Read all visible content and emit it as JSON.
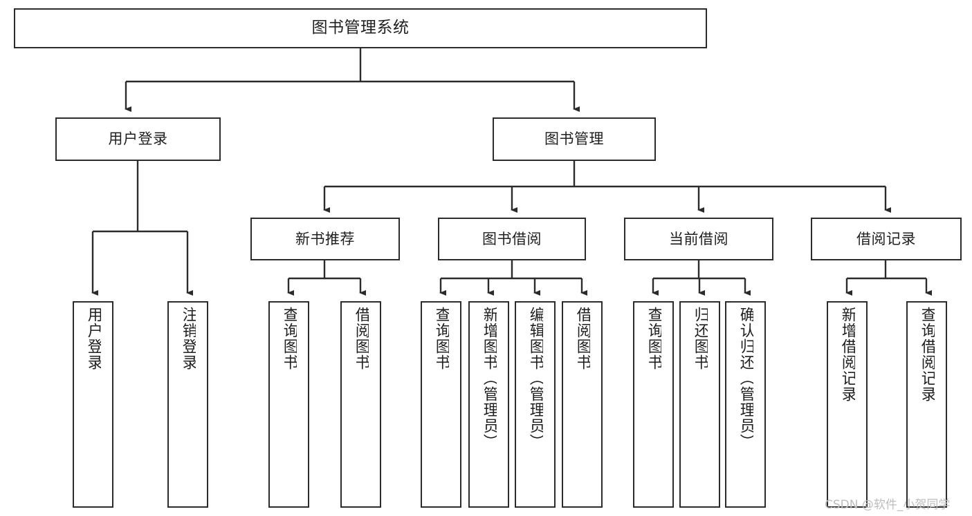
{
  "diagram": {
    "title": "图书管理系统",
    "type": "tree-hierarchy-chart",
    "orientation": "top-down",
    "colors": {
      "background": "#ffffff",
      "node_border": "#2b2b2b",
      "node_fill": "#ffffff",
      "connector": "#2b2b2b",
      "text": "#1f1f1f",
      "watermark": "#bdbdbd"
    },
    "root": {
      "label": "图书管理系统"
    },
    "level2": [
      {
        "label": "用户登录"
      },
      {
        "label": "图书管理"
      }
    ],
    "level3": [
      {
        "label": "新书推荐"
      },
      {
        "label": "图书借阅"
      },
      {
        "label": "当前借阅"
      },
      {
        "label": "借阅记录"
      }
    ],
    "leaves": {
      "user_login": [
        {
          "label": "用户登录"
        },
        {
          "label": "注销登录"
        }
      ],
      "new_book_recommend": [
        {
          "label": "查询图书"
        },
        {
          "label": "借阅图书"
        }
      ],
      "book_borrow": [
        {
          "label": "查询图书"
        },
        {
          "label": "新增图书（管理员）"
        },
        {
          "label": "编辑图书（管理员）"
        },
        {
          "label": "借阅图书"
        }
      ],
      "current_borrow": [
        {
          "label": "查询图书"
        },
        {
          "label": "归还图书"
        },
        {
          "label": "确认归还（管理员）"
        }
      ],
      "borrow_records": [
        {
          "label": "新增借阅记录"
        },
        {
          "label": "查询借阅记录"
        }
      ]
    },
    "watermark": "CSDN @软件_小贺同学"
  }
}
